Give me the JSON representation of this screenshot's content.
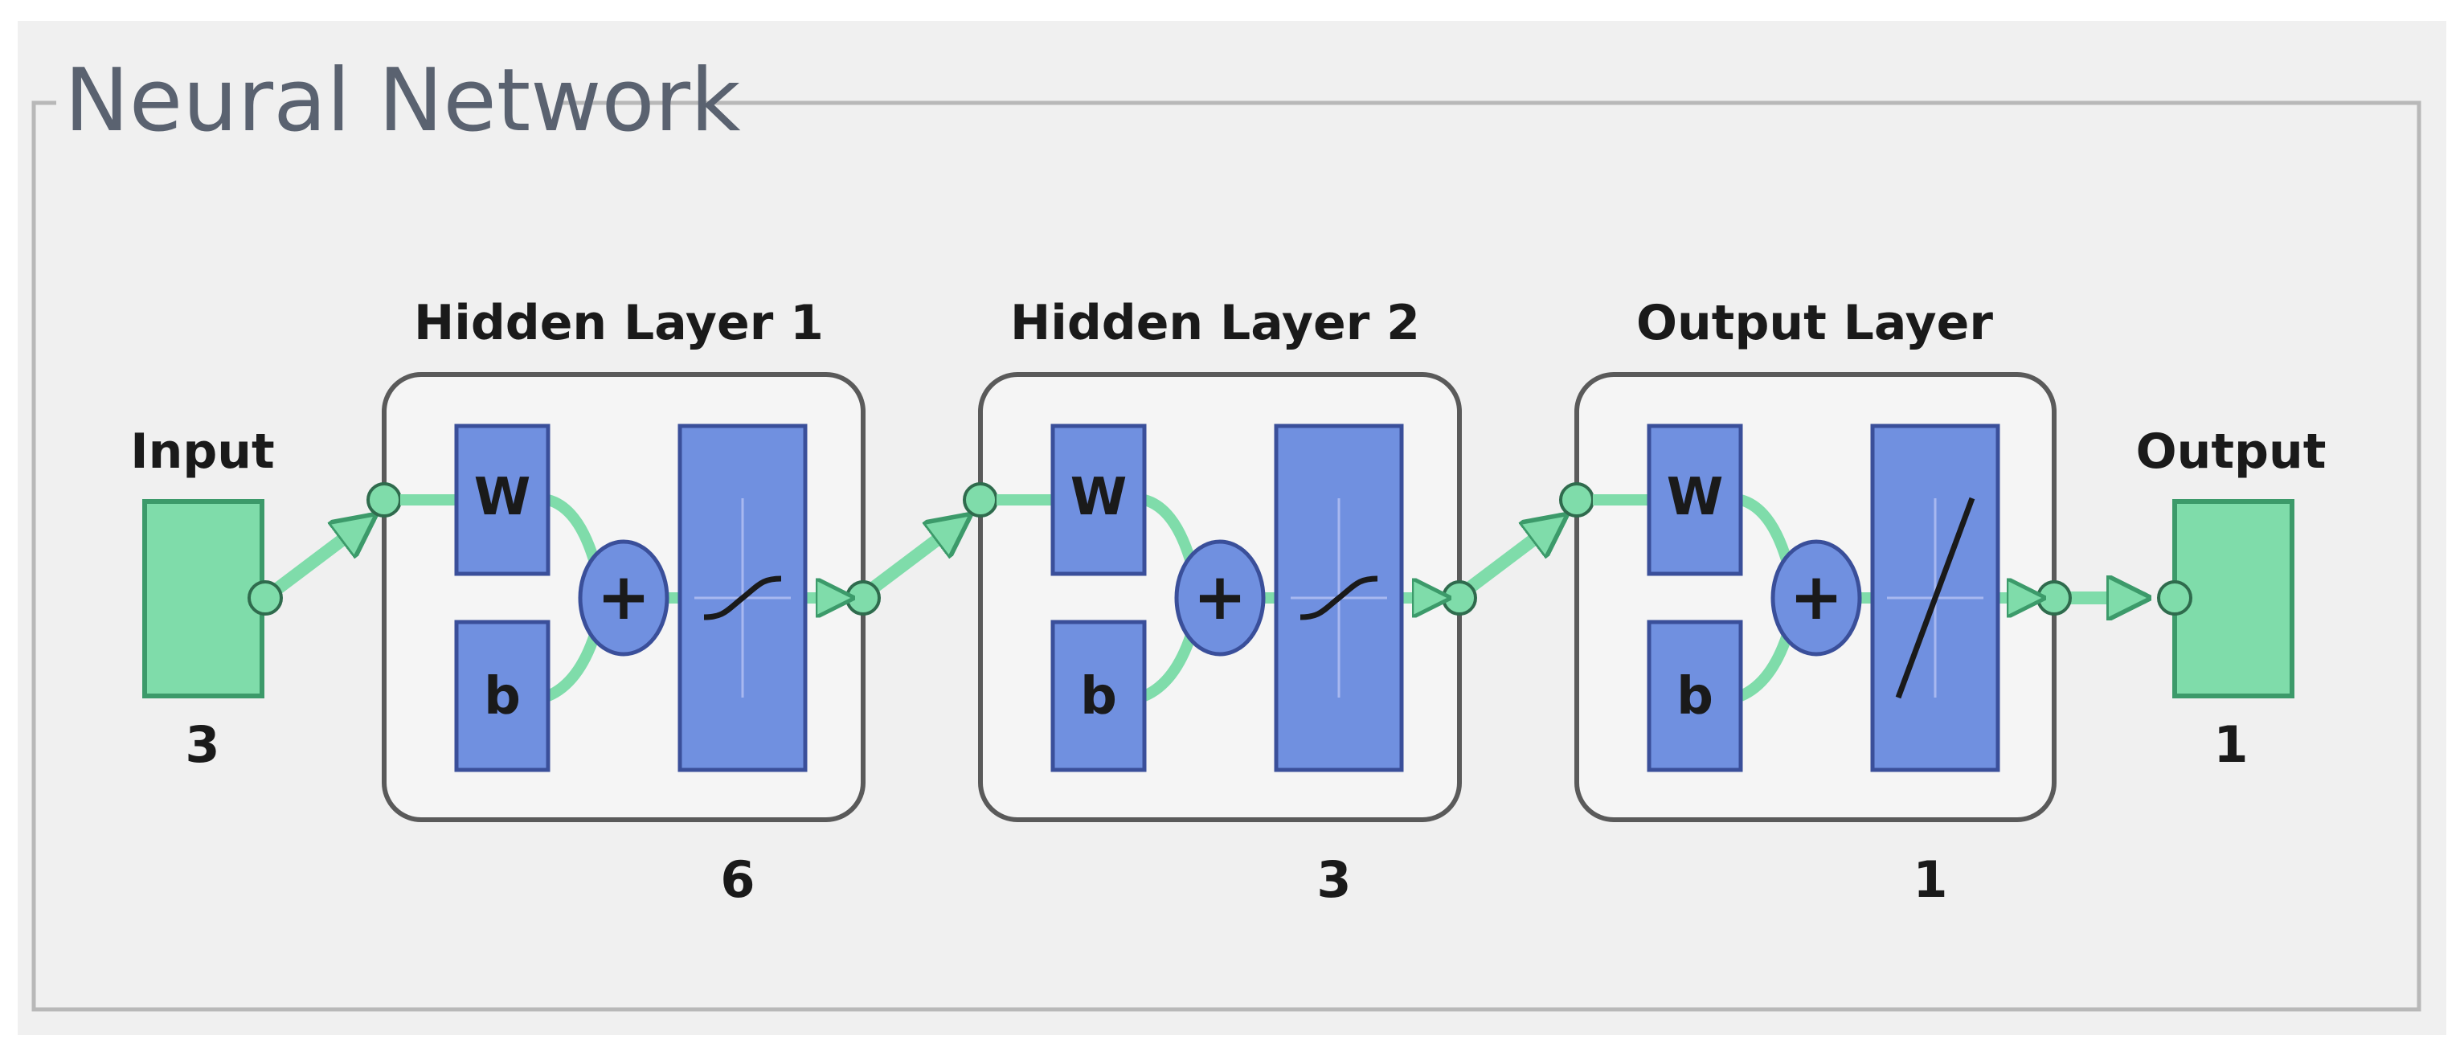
{
  "panel": {
    "title": "Neural Network"
  },
  "input": {
    "label": "Input",
    "size": "3"
  },
  "output": {
    "label": "Output",
    "size": "1"
  },
  "layers": [
    {
      "title": "Hidden Layer 1",
      "weight_label": "W",
      "bias_label": "b",
      "sum_symbol": "+",
      "transfer": "sigmoid",
      "size": "6"
    },
    {
      "title": "Hidden Layer 2",
      "weight_label": "W",
      "bias_label": "b",
      "sum_symbol": "+",
      "transfer": "sigmoid",
      "size": "3"
    },
    {
      "title": "Output Layer",
      "weight_label": "W",
      "bias_label": "b",
      "sum_symbol": "+",
      "transfer": "linear",
      "size": "1"
    }
  ],
  "colors": {
    "panel_bg": "#f0f0f0",
    "title_text": "#5a6270",
    "io_fill": "#7fdcaa",
    "io_stroke": "#3c9a6a",
    "block_fill": "#7090e0",
    "block_stroke": "#3a4f9a",
    "connector": "#7fdcaa",
    "layer_box": "#f5f5f5"
  }
}
